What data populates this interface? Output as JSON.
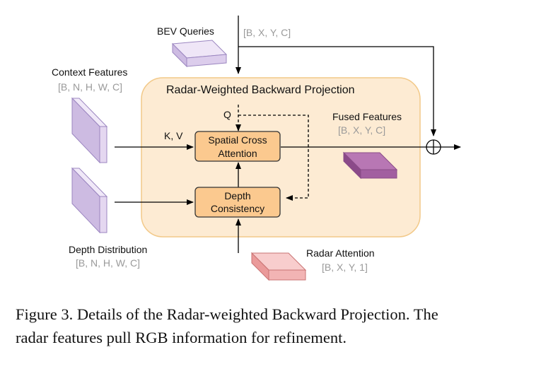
{
  "diagram": {
    "bev_queries": {
      "label": "BEV Queries",
      "dims": "[B, X, Y, C]"
    },
    "context_features": {
      "label": "Context Features",
      "dims": "[B, N, H, W, C]"
    },
    "depth_distribution": {
      "label": "Depth Distribution",
      "dims": "[B, N, H, W, C]"
    },
    "fused_features": {
      "label": "Fused Features",
      "dims": "[B, X, Y, C]"
    },
    "radar_attention": {
      "label": "Radar Attention",
      "dims": "[B, X, Y, 1]"
    },
    "module_title": "Radar-Weighted Backward Projection",
    "spatial_cross_attention": {
      "line1": "Spatial Cross",
      "line2": "Attention"
    },
    "depth_consistency": {
      "line1": "Depth",
      "line2": "Consistency"
    },
    "q_label": "Q",
    "kv_label": "K, V",
    "colors": {
      "module_fill": "#fdebd3",
      "module_stroke": "#f2c989",
      "block_fill": "#fbc98f",
      "bev_fill": "#e3d6f0",
      "feature_fill": "#e4d7f0",
      "fused_fill": "#a25fa0",
      "radar_fill": "#f2b4b4"
    }
  },
  "caption": {
    "line1": "Figure 3. Details of the Radar-weighted Backward Projection. The",
    "line2": "radar features pull RGB information for refinement."
  }
}
